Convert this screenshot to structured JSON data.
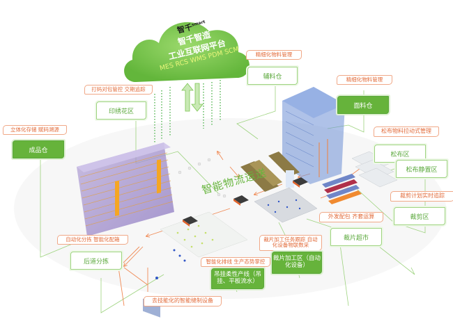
{
  "cloud": {
    "brand_cn": "智千",
    "brand_en": "smart",
    "title_line1": "智千智造",
    "title_line2": "工业互联网平台",
    "systems": "MES RCS WMS PDM SCM",
    "colors": {
      "cloud": "#7cc552",
      "systems_text": "#e8f57a"
    }
  },
  "center_label": "智能物流运送",
  "zones": [
    {
      "id": "accessory-warehouse",
      "tag": "精细化物料管理",
      "name": "辅料仓",
      "style": "outline"
    },
    {
      "id": "fabric-warehouse",
      "tag": "精细化物料管理",
      "name": "面料仓",
      "style": "solid"
    },
    {
      "id": "loosening-area",
      "tag": "松布物料拉动式管理",
      "name": "松布区",
      "style": "outline"
    },
    {
      "id": "resting-area",
      "tag": "",
      "name": "松布静置区",
      "style": "outline"
    },
    {
      "id": "cutting-area",
      "tag": "裁剪计划实时追踪",
      "name": "裁剪区",
      "style": "outline"
    },
    {
      "id": "cut-piece-market",
      "tag": "外发配包 齐套运算",
      "name": "裁片超市",
      "style": "outline"
    },
    {
      "id": "cut-piece-processing",
      "tag": "裁片加工任务跟踪 自动化设备物联数采",
      "name": "裁片加工区（自动化设备）",
      "style": "solid"
    },
    {
      "id": "hanging-line",
      "tag": "智能化排线 生产态势掌控",
      "name": "吊挂柔性产线（吊挂、平板流水）",
      "style": "solid"
    },
    {
      "id": "sewing-equipment",
      "tag": "去技能化的智能缝制设备",
      "name": "",
      "style": "tag-only"
    },
    {
      "id": "back-sorting",
      "tag": "自动化分拣 智能化配箱",
      "name": "后道分拣",
      "style": "outline"
    },
    {
      "id": "finished-warehouse",
      "tag": "立体化存储 赋码溯源",
      "name": "成品仓",
      "style": "solid"
    },
    {
      "id": "printing-area",
      "tag": "打码对包管控 交期追踪",
      "name": "印绣花区",
      "style": "outline"
    }
  ],
  "colors": {
    "accent_green": "#66b33b",
    "outline_green": "#9dd37e",
    "tag_orange": "#e26b3a",
    "flow_orange": "#f08a55",
    "rack_blue": "#4b6fc6",
    "rack_orange": "#f0a030"
  }
}
